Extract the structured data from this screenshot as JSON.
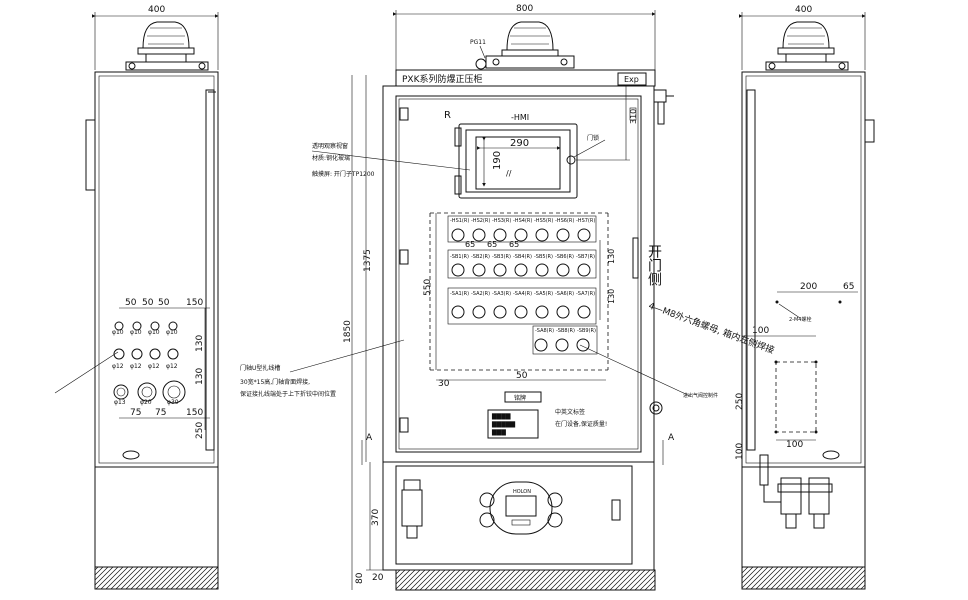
{
  "title": "PXK系列防爆正压柜",
  "exp_label": "Exp",
  "hmi_label": "-HMI",
  "r_label": "R",
  "pg_label": "PG11",
  "door_lock": "门锁",
  "dims": {
    "d400a": "400",
    "d800": "800",
    "d400b": "400",
    "d310": "310",
    "d290": "290",
    "d190": "190",
    "d1375": "1375",
    "d1850": "1850",
    "d550": "550",
    "d370": "370",
    "d80": "80",
    "d20": "20",
    "d30": "30",
    "d50": "50",
    "d65": "65",
    "d130": "130",
    "left_50": "50",
    "left_150a": "150",
    "left_130a": "130",
    "left_130b": "130",
    "left_75a": "75",
    "left_75b": "75",
    "left_150b": "150",
    "left_250": "250",
    "right_200": "200",
    "right_65": "65",
    "right_100a": "100",
    "right_250": "250",
    "right_100b": "100",
    "right_100c": "100"
  },
  "hole_labels": {
    "phi10": "φ10",
    "phi12": "φ12",
    "phi13": "φ13",
    "phi20": "φ20",
    "phi30": "φ30"
  },
  "notes": {
    "window1": "透明观察视窗",
    "window2": "材质:钢化玻璃",
    "window3": "触摸屏: 开门子TP1200",
    "side_text": "开门侧",
    "bolt_note": "4—M8外六角螺母, 箱内左侧焊接",
    "bolt_small": "2-M4螺栓",
    "hinge1": "门轴U型扎线槽",
    "hinge2": "30宽*15高,门轴背面焊接,",
    "hinge3": "保证接扎线端处于上下折铰中间位置",
    "nameplate": "铭牌",
    "warn1": "中英文标签",
    "warn2": "在门设备,保证质量!",
    "valve": "进出气阀控制件",
    "section_a": "A"
  },
  "switch_rows": {
    "row1": [
      "-HS1(R)",
      "-HS2(R)",
      "-HS3(R)",
      "-HS4(R)",
      "-HS5(R)",
      "-HS6(R)",
      "-HS7(R)"
    ],
    "row2": [
      "-SB1(R)",
      "-SB2(R)",
      "-SB3(R)",
      "-SB4(R)",
      "-SB5(R)",
      "-SB6(R)",
      "-SB7(R)"
    ],
    "row3": [
      "-SA1(R)",
      "-SA2(R)",
      "-SA3(R)",
      "-SA4(R)",
      "-SA5(R)",
      "-SA6(R)",
      "-SA7(R)"
    ],
    "row4": [
      "-SA8(R)",
      "-SB8(R)",
      "-SB9(R)"
    ]
  },
  "screen_brand": "HOLON"
}
